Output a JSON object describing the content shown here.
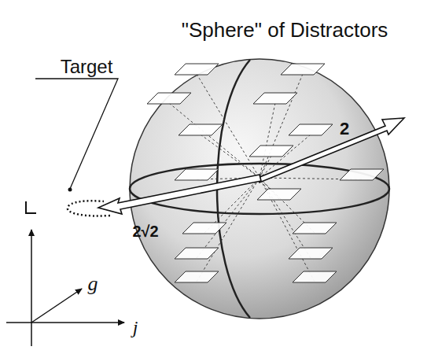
{
  "diagram": {
    "title": "\"Sphere\" of Distractors",
    "labels": [
      "Target",
      "2",
      "2√2",
      "g",
      "j"
    ]
  }
}
